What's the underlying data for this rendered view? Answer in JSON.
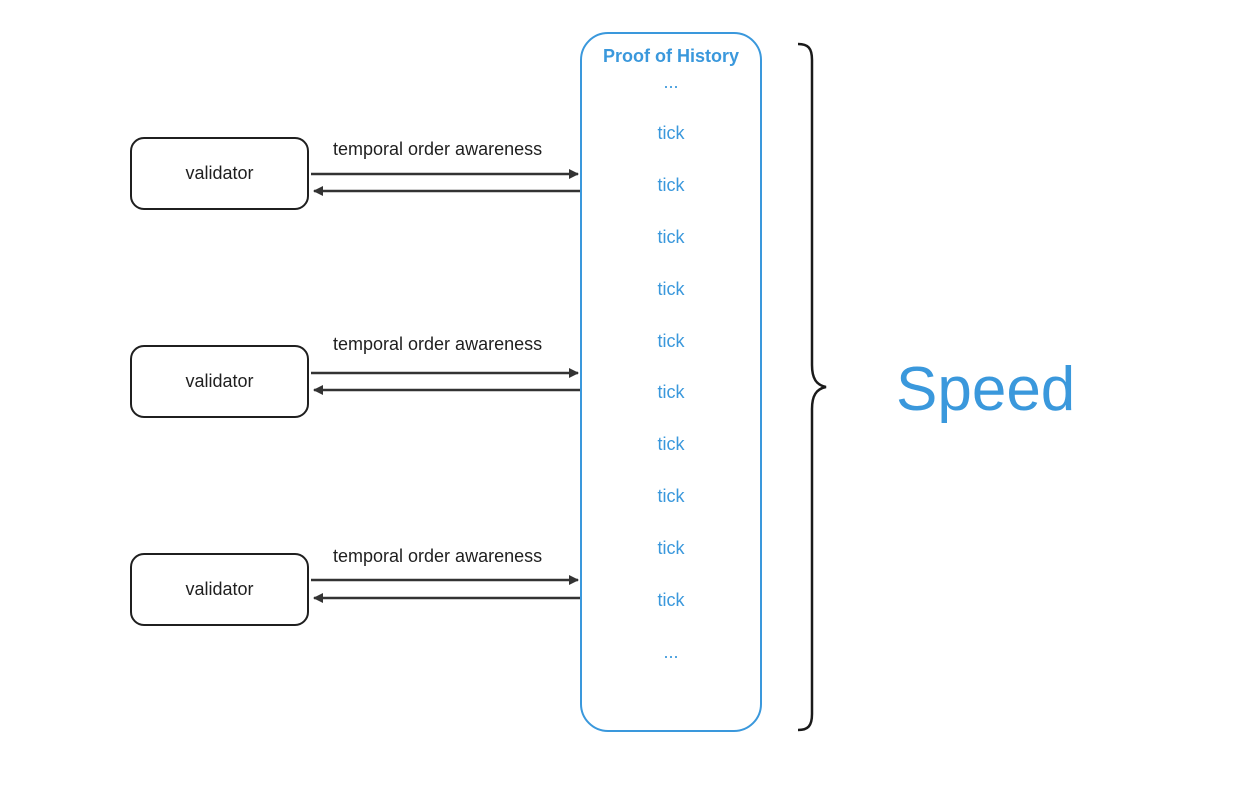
{
  "validators": [
    {
      "label": "validator"
    },
    {
      "label": "validator"
    },
    {
      "label": "validator"
    }
  ],
  "arrow_labels": [
    "temporal order awareness",
    "temporal order awareness",
    "temporal order awareness"
  ],
  "proof_of_history": {
    "title": "Proof of History",
    "items": [
      "...",
      "tick",
      "tick",
      "tick",
      "tick",
      "tick",
      "tick",
      "tick",
      "tick",
      "tick",
      "tick",
      "..."
    ]
  },
  "speed_label": "Speed",
  "colors": {
    "accent": "#3a98dc",
    "ink": "#1f1f1f"
  }
}
